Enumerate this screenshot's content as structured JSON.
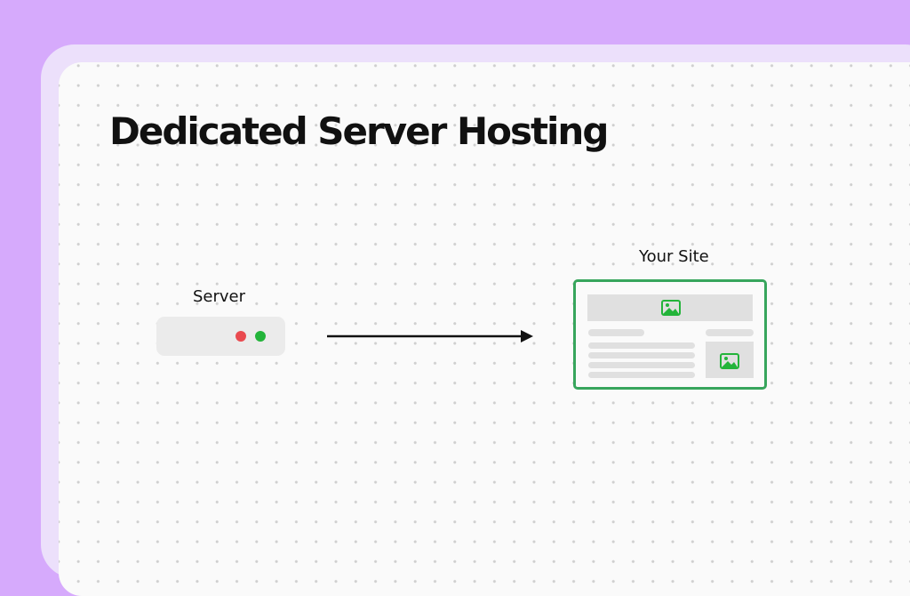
{
  "title": "Dedicated Server Hosting",
  "server": {
    "label": "Server",
    "status_lights": [
      {
        "name": "red-status-light",
        "color": "#e94a4f"
      },
      {
        "name": "green-status-light",
        "color": "#23b43a"
      }
    ]
  },
  "site": {
    "label": "Your Site",
    "frame_color": "#37a55c",
    "icons": [
      "image-icon",
      "image-icon"
    ]
  },
  "colors": {
    "background": "#d6aafc",
    "card_border": "#ece0fb",
    "card": "#fafafa",
    "arrow": "#111111",
    "placeholder": "#e0e0e0",
    "icon_green": "#23b43a"
  }
}
